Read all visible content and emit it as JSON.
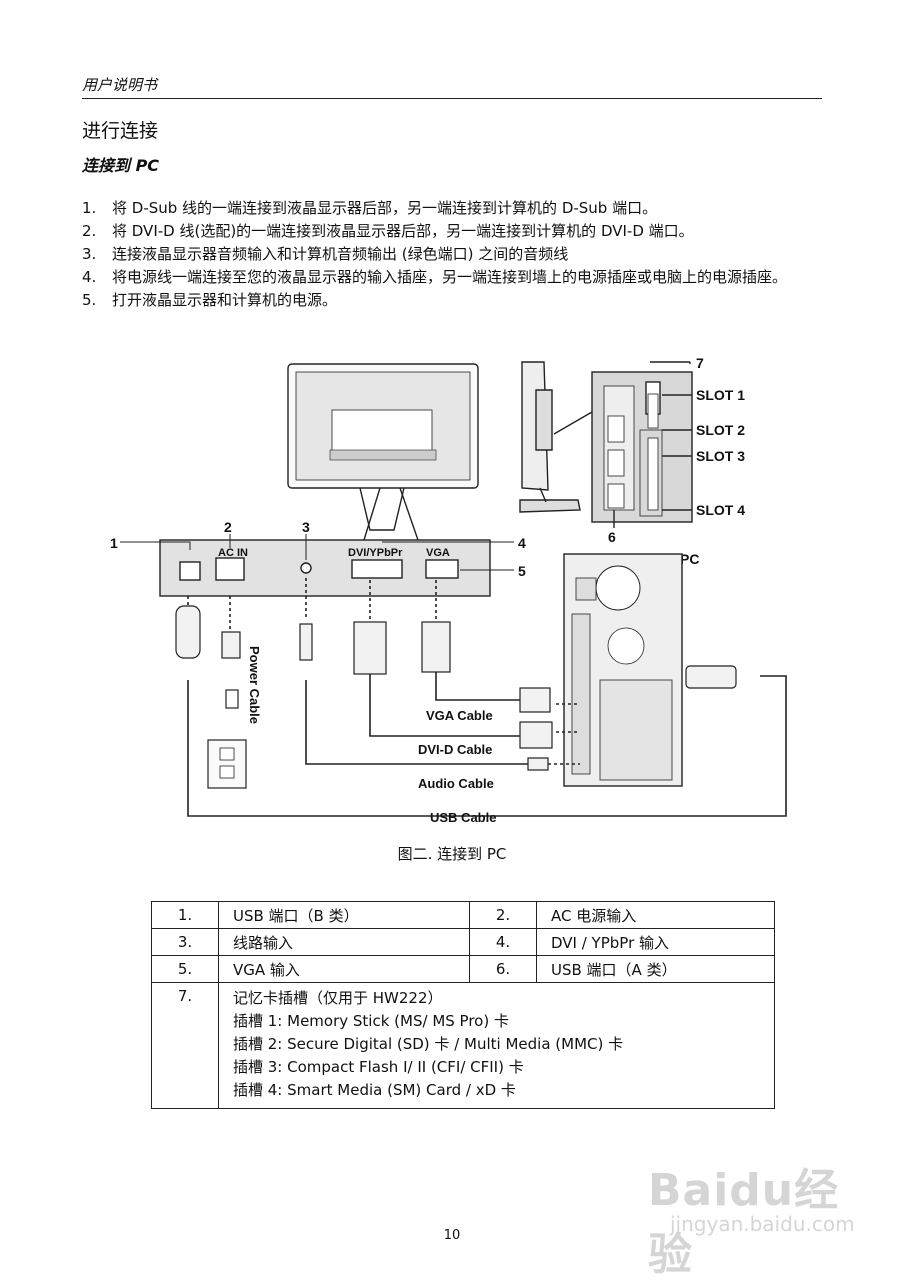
{
  "header": {
    "title": "用户说明书"
  },
  "section": {
    "title": "进行连接",
    "subtitle": "连接到 PC"
  },
  "steps": [
    {
      "num": "1.",
      "text": "将 D-Sub 线的一端连接到液晶显示器后部，另一端连接到计算机的 D-Sub 端口。"
    },
    {
      "num": "2.",
      "text": "将 DVI-D 线(选配)的一端连接到液晶显示器后部，另一端连接到计算机的 DVI-D 端口。"
    },
    {
      "num": "3.",
      "text": "连接液晶显示器音频输入和计算机音频输出 (绿色端口) 之间的音频线"
    },
    {
      "num": "4.",
      "text": "将电源线一端连接至您的液晶显示器的输入插座，另一端连接到墙上的电源插座或电脑上的电源插座。"
    },
    {
      "num": "5.",
      "text": "打开液晶显示器和计算机的电源。"
    }
  ],
  "diagram": {
    "callouts": [
      "1",
      "2",
      "3",
      "4",
      "5",
      "6",
      "7"
    ],
    "slots": [
      "SLOT 1",
      "SLOT 2",
      "SLOT 3",
      "SLOT 4"
    ],
    "ports": {
      "ac_in": "AC IN",
      "dvi": "DVI/YPbPr",
      "vga": "VGA"
    },
    "pc_label": "PC",
    "cables": {
      "vga": "VGA Cable",
      "dvi": "DVI-D Cable",
      "audio": "Audio Cable",
      "usb": "USB Cable",
      "power": "Power Cable"
    }
  },
  "caption": "图二.  连接到 PC",
  "legend": {
    "rows": [
      {
        "n1": "1.",
        "v1": "USB 端口（B 类）",
        "n2": "2.",
        "v2": "AC 电源输入"
      },
      {
        "n1": "3.",
        "v1": "线路输入",
        "n2": "4.",
        "v2": "DVI / YPbPr 输入"
      },
      {
        "n1": "5.",
        "v1": "VGA 输入",
        "n2": "6.",
        "v2": "USB 端口（A  类）"
      }
    ],
    "slot_row": {
      "n": "7.",
      "lines": [
        "记忆卡插槽（仅用于 HW222）",
        "插槽 1: Memory Stick (MS/ MS Pro) 卡",
        "插槽 2: Secure Digital (SD) 卡 / Multi Media (MMC) 卡",
        "插槽 3: Compact Flash I/ II (CFI/ CFII) 卡",
        "插槽 4: Smart Media (SM) Card / xD 卡"
      ]
    }
  },
  "page_number": "10",
  "watermark": {
    "brand": "Baidu经验",
    "site": "jingyan.baidu.com"
  }
}
